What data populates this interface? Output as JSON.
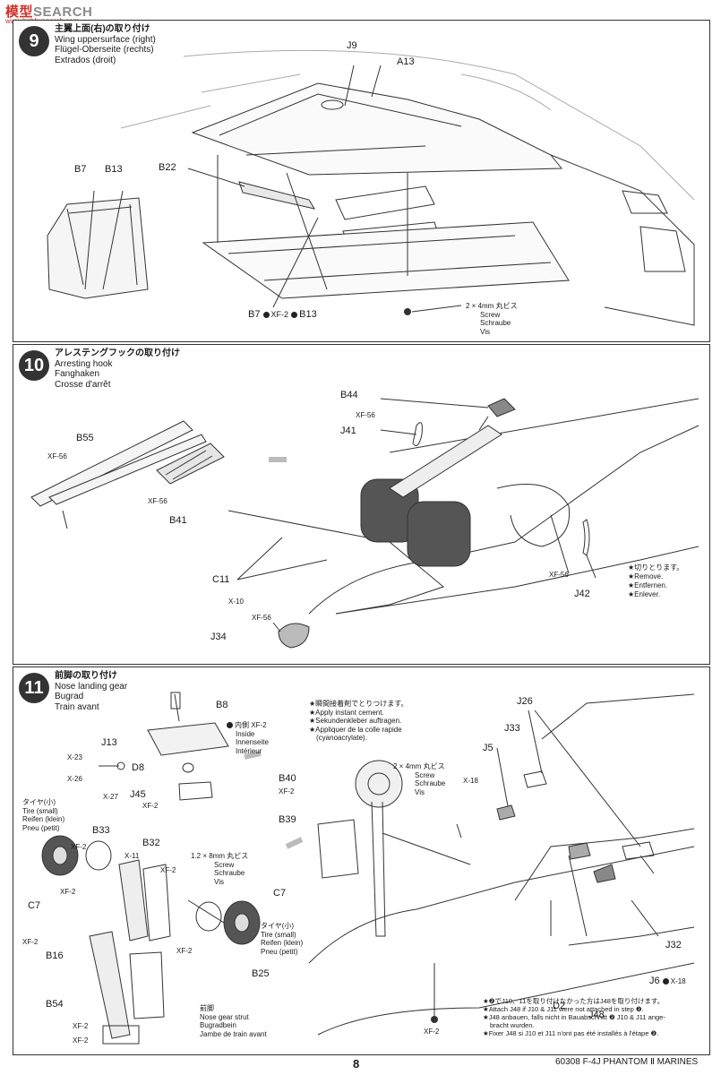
{
  "watermark": {
    "brand_a": "模型",
    "brand_b": "SEARCH",
    "url": "www.hobbysearch.com"
  },
  "step9": {
    "number": "9",
    "title_jp": "主翼上面(右)の取り付け",
    "title_en": "Wing uppersurface (right)",
    "title_de": "Flügel-Oberseite (rechts)",
    "title_fr": "Extrados (droit)",
    "parts": {
      "j9": "J9",
      "a13": "A13",
      "b7": "B7",
      "b13": "B13",
      "b22": "B22",
      "b7_bottom": "B7",
      "xf2": "XF-2",
      "b13_bottom": "B13"
    },
    "screw": {
      "size": "2 × 4mm 丸ビス",
      "en": "Screw",
      "de": "Schraube",
      "fr": "Vis"
    }
  },
  "step10": {
    "number": "10",
    "title_jp": "アレステングフックの取り付け",
    "title_en": "Arresting hook",
    "title_de": "Fanghaken",
    "title_fr": "Crosse d'arrêt",
    "parts": {
      "b44": "B44",
      "xf56_a": "XF-56",
      "j41": "J41",
      "b55": "B55",
      "xf56_b": "XF-56",
      "xf56_c": "XF-56",
      "b41": "B41",
      "c11": "C11",
      "x10": "X-10",
      "xf56_d": "XF-56",
      "j34": "J34",
      "xf56_e": "XF-56",
      "j42": "J42"
    },
    "note": {
      "jp": "★切りとります。",
      "en": "★Remove.",
      "de": "★Entfernen.",
      "fr": "★Enlever."
    }
  },
  "step11": {
    "number": "11",
    "title_jp": "前脚の取り付け",
    "title_en": "Nose landing gear",
    "title_de": "Bugrad",
    "title_fr": "Train avant",
    "parts": {
      "b8": "B8",
      "j13": "J13",
      "d8": "D8",
      "x23": "X-23",
      "x26": "X-26",
      "x27": "X-27",
      "j45": "J45",
      "xf2_j45": "XF-2",
      "b33": "B33",
      "b32": "B32",
      "x11": "X-11",
      "xf2_a": "XF-2",
      "xf2_b": "XF-2",
      "xf2_c": "XF-2",
      "c7_left": "C7",
      "c7_right": "C7",
      "b16": "B16",
      "xf2_d": "XF-2",
      "xf2_e": "XF-2",
      "b25": "B25",
      "b54": "B54",
      "xf2_f": "XF-2",
      "xf2_g": "XF-2",
      "b40": "B40",
      "xf2_h": "XF-2",
      "b39": "B39",
      "j26": "J26",
      "j33": "J33",
      "j5": "J5",
      "x18_a": "X-18",
      "d2": "D2",
      "j48": "J48",
      "j32": "J32",
      "j6": "J6",
      "x18_b": "X-18",
      "xf2_bottom": "XF-2"
    },
    "inside": {
      "jp": "内側",
      "en": "Inside",
      "de": "Innenseite",
      "fr": "Intérieur",
      "paint": "XF-2"
    },
    "tire_small_left": {
      "jp": "タイヤ(小)",
      "en": "Tire (small)",
      "de": "Reifen (klein)",
      "fr": "Pneu (petit)"
    },
    "tire_small_right": {
      "jp": "タイヤ(小)",
      "en": "Tire (small)",
      "de": "Reifen (klein)",
      "fr": "Pneu (petit)"
    },
    "screw_a": {
      "size": "1.2 × 8mm 丸ビス",
      "en": "Screw",
      "de": "Schraube",
      "fr": "Vis"
    },
    "screw_b": {
      "size": "2 × 4mm 丸ビス",
      "en": "Screw",
      "de": "Schraube",
      "fr": "Vis"
    },
    "strut": {
      "jp": "前脚",
      "en": "Nose gear strut",
      "de": "Bugradbein",
      "fr": "Jambe de train avant"
    },
    "cement": {
      "jp": "★瞬間接着剤でとりつけます。",
      "en": "★Apply instant cement.",
      "de": "★Sekundenkleber auftragen.",
      "fr": "★Appliquer de la colle rapide",
      "fr2": "(cyanoacrylate)."
    },
    "notes": {
      "jp": "★❷でJ10、11を取り付けなかった方はJ48を取り付けます。",
      "en": "★Attach J48 if J10 & J11 were not attached in step ❷.",
      "de1": "★J48 anbauen, falls nicht in Bauabschnitt ❷ J10 & J11 ange-",
      "de2": "bracht wurden.",
      "fr": "★Fixer J48 si J10 et J11 n'ont pas été installés à l'étape ❷."
    }
  },
  "footer": {
    "code": "60308 F-4J PHANTOM Ⅱ MARINES",
    "page": "8"
  }
}
